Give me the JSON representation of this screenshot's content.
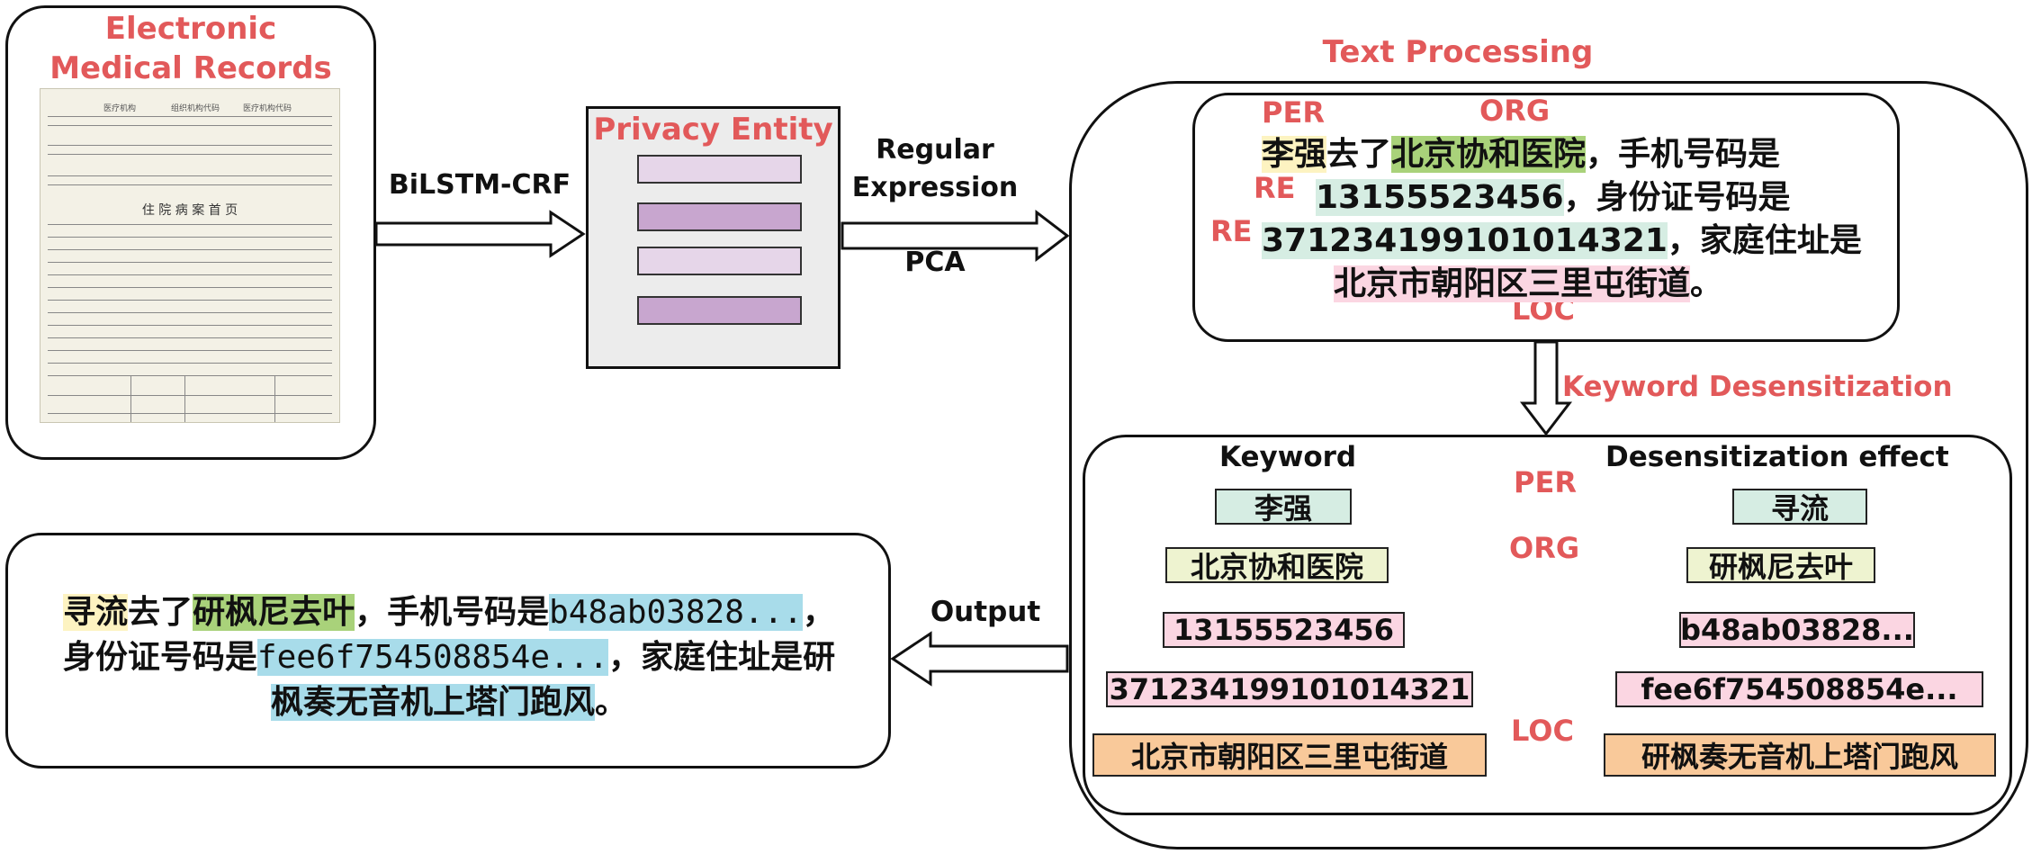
{
  "records": {
    "title_line1": "Electronic",
    "title_line2": "Medical Records",
    "doc_header_a": "医疗机构",
    "doc_header_b": "组织机构代码",
    "doc_header_c": "医疗机构代码",
    "doc_title": "住 院 病 案 首 页"
  },
  "edges": {
    "bilstm_crf": "BiLSTM-CRF",
    "regex_line1": "Regular",
    "regex_line2": "Expression",
    "pca": "PCA",
    "keyword_desens": "Keyword Desensitization",
    "output": "Output"
  },
  "privacy": {
    "title": "Privacy Entity"
  },
  "text_processing": {
    "title": "Text Processing",
    "tag_per": "PER",
    "tag_org": "ORG",
    "tag_re1": "RE",
    "tag_re2": "RE",
    "tag_loc": "LOC",
    "l1_a": "李强",
    "l1_b": "去了",
    "l1_c": "北京协和医院",
    "l1_d": "，手机号码是",
    "l2_a": "13155523456",
    "l2_b": "，身份证号码是",
    "l3_a": "371234199101014321",
    "l3_b": "，家庭住址是",
    "l4_a": "北京市朝阳区三里屯街道",
    "l4_b": "。"
  },
  "desens": {
    "col_keyword": "Keyword",
    "col_effect": "Desensitization effect",
    "rows": [
      {
        "tag": "PER",
        "keyword": "李强",
        "effect": "寻流"
      },
      {
        "tag": "ORG",
        "keyword": "北京协和医院",
        "effect": "研枫尼去叶"
      },
      {
        "tag": "",
        "keyword": "13155523456",
        "effect": "b48ab03828..."
      },
      {
        "tag": "",
        "keyword": "371234199101014321",
        "effect": "fee6f754508854e..."
      },
      {
        "tag": "LOC",
        "keyword": "北京市朝阳区三里屯街道",
        "effect": "研枫奏无音机上塔门跑风"
      }
    ]
  },
  "output_text": {
    "a": "寻流",
    "b": "去了",
    "c": "研枫尼去叶",
    "d": "，手机号码是",
    "e": "b48ab03828...",
    "f": "，",
    "g": "身份证号码是",
    "h": "fee6f754508854e...",
    "i": "，家庭住址是研",
    "j": "枫奏无音机上塔门跑风",
    "k": "。"
  },
  "colors": {
    "accent_red": "#e2595a",
    "highlight_yellow": "#fdf3c1",
    "highlight_green": "#a9d27a",
    "highlight_mint": "#d6ede3",
    "highlight_pink": "#fbd6e2",
    "highlight_blue": "#a8dcea",
    "box_orange": "#f9c99a",
    "bar_light": "#e6d6e9",
    "bar_dark": "#c8a6cf"
  }
}
